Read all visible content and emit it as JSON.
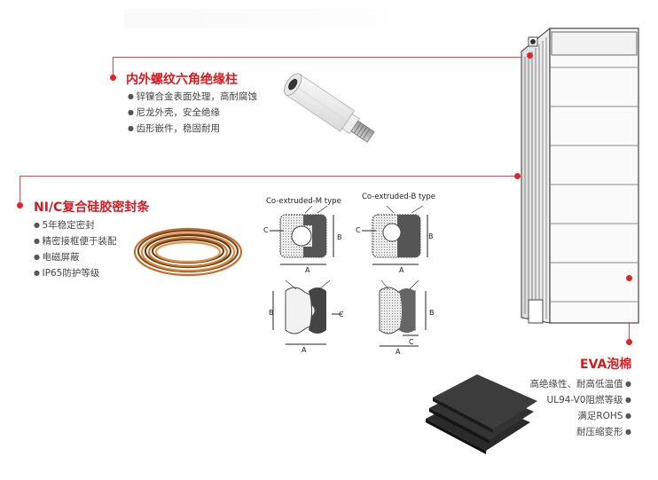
{
  "callouts": {
    "insulator": {
      "title": "内外螺纹六角绝缘柱",
      "bullets": [
        "锌镍合金表面处理，高耐腐蚀",
        "尼龙外壳，安全绝缘",
        "齿形嵌件，稳固耐用"
      ]
    },
    "seal": {
      "title": "NI/C复合硅胶密封条",
      "bullets": [
        "5年稳定密封",
        "精密接框便于装配",
        "电磁屏蔽",
        "IP65防护等级"
      ]
    },
    "eva": {
      "title": "EVA泡棉",
      "bullets": [
        "高绝缘性、耐高低温值",
        "UL94-V0阻燃等级",
        "满足ROHS",
        "耐压缩变形"
      ]
    }
  },
  "diagrams": {
    "m_type": "Co-extruded-M type",
    "b_type": "Co-extruded-B type",
    "labels": {
      "a": "A",
      "b": "B",
      "c": "C"
    }
  },
  "colors": {
    "accent": "#d71920",
    "line": "#e44444"
  }
}
